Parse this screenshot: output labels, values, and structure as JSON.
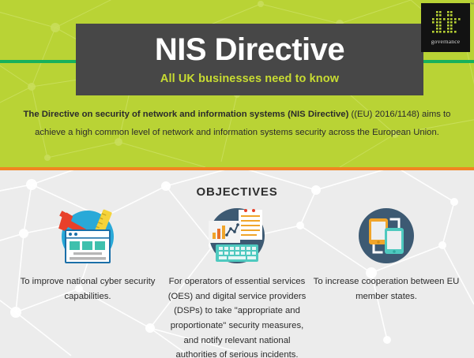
{
  "header": {
    "title": "NIS Directive",
    "subtitle": "All UK businesses need to know",
    "logo": {
      "wordmark": "governance",
      "tm": "™",
      "alt": "it governance logo"
    }
  },
  "intro": {
    "bold_lead": "The Directive on security of network and information systems (NIS Directive)",
    "rest": " ((EU) 2016/1148) aims to achieve a high common level of network and information systems security across the European Union."
  },
  "objectives": {
    "heading": "OBJECTIVES",
    "items": [
      {
        "icon": "browser-tools-icon",
        "text": "To improve national cyber security capabilities."
      },
      {
        "icon": "chart-keyboard-notepad-icon",
        "text": "For operators of essential services (OES) and digital service providers (DSPs) to take \"appropriate and proportionate\" security measures, and notify relevant national authorities of serious incidents."
      },
      {
        "icon": "tablet-phone-icon",
        "text": "To increase cooperation between EU member states."
      }
    ]
  },
  "colors": {
    "band_green": "#b9d335",
    "stripe_green": "#16b15c",
    "divider_orange": "#f08621",
    "title_box": "#474747",
    "subtitle_green": "#c8dc32",
    "lower_bg": "#ececec",
    "icon_circle_blue": "#29a9d8",
    "icon_circle_navy": "#3d5a73",
    "icon_teal": "#4ec9bf",
    "icon_orange": "#f0a52a",
    "icon_red": "#e8402a"
  }
}
